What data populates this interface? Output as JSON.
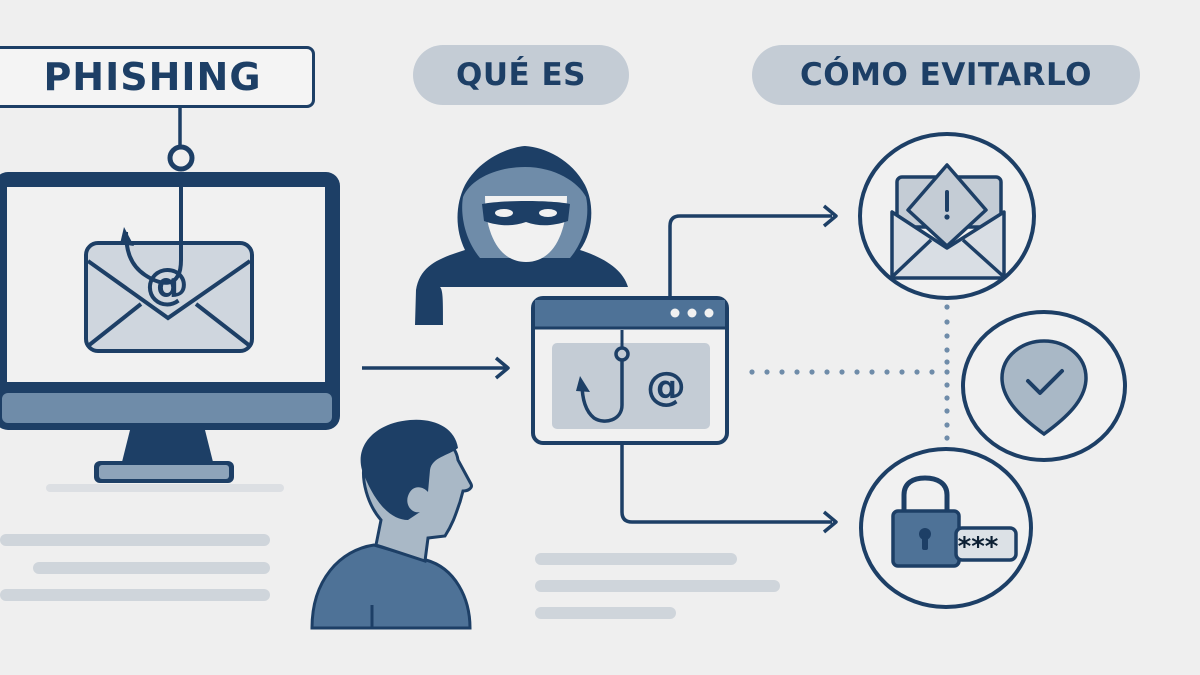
{
  "headings": {
    "title": "PHISHING",
    "what_is": "QUÉ ES",
    "how_to_avoid": "CÓMO EVITARLO"
  },
  "icons": {
    "monitor": "monitor-with-hooked-email-icon",
    "hacker": "hooded-hacker-icon",
    "person": "person-profile-icon",
    "browser": "browser-window-hook-at-icon",
    "warning_email": "envelope-warning-icon",
    "shield": "shield-check-icon",
    "lock_password": "padlock-password-icon",
    "password_mask": "***"
  },
  "colors": {
    "background": "#efefef",
    "navy": "#1d3f66",
    "mid_blue": "#4e7297",
    "light_blue_gray": "#a9b8c6",
    "pill_bg": "#c4ccd5",
    "placeholder_line": "#cfd5db"
  }
}
